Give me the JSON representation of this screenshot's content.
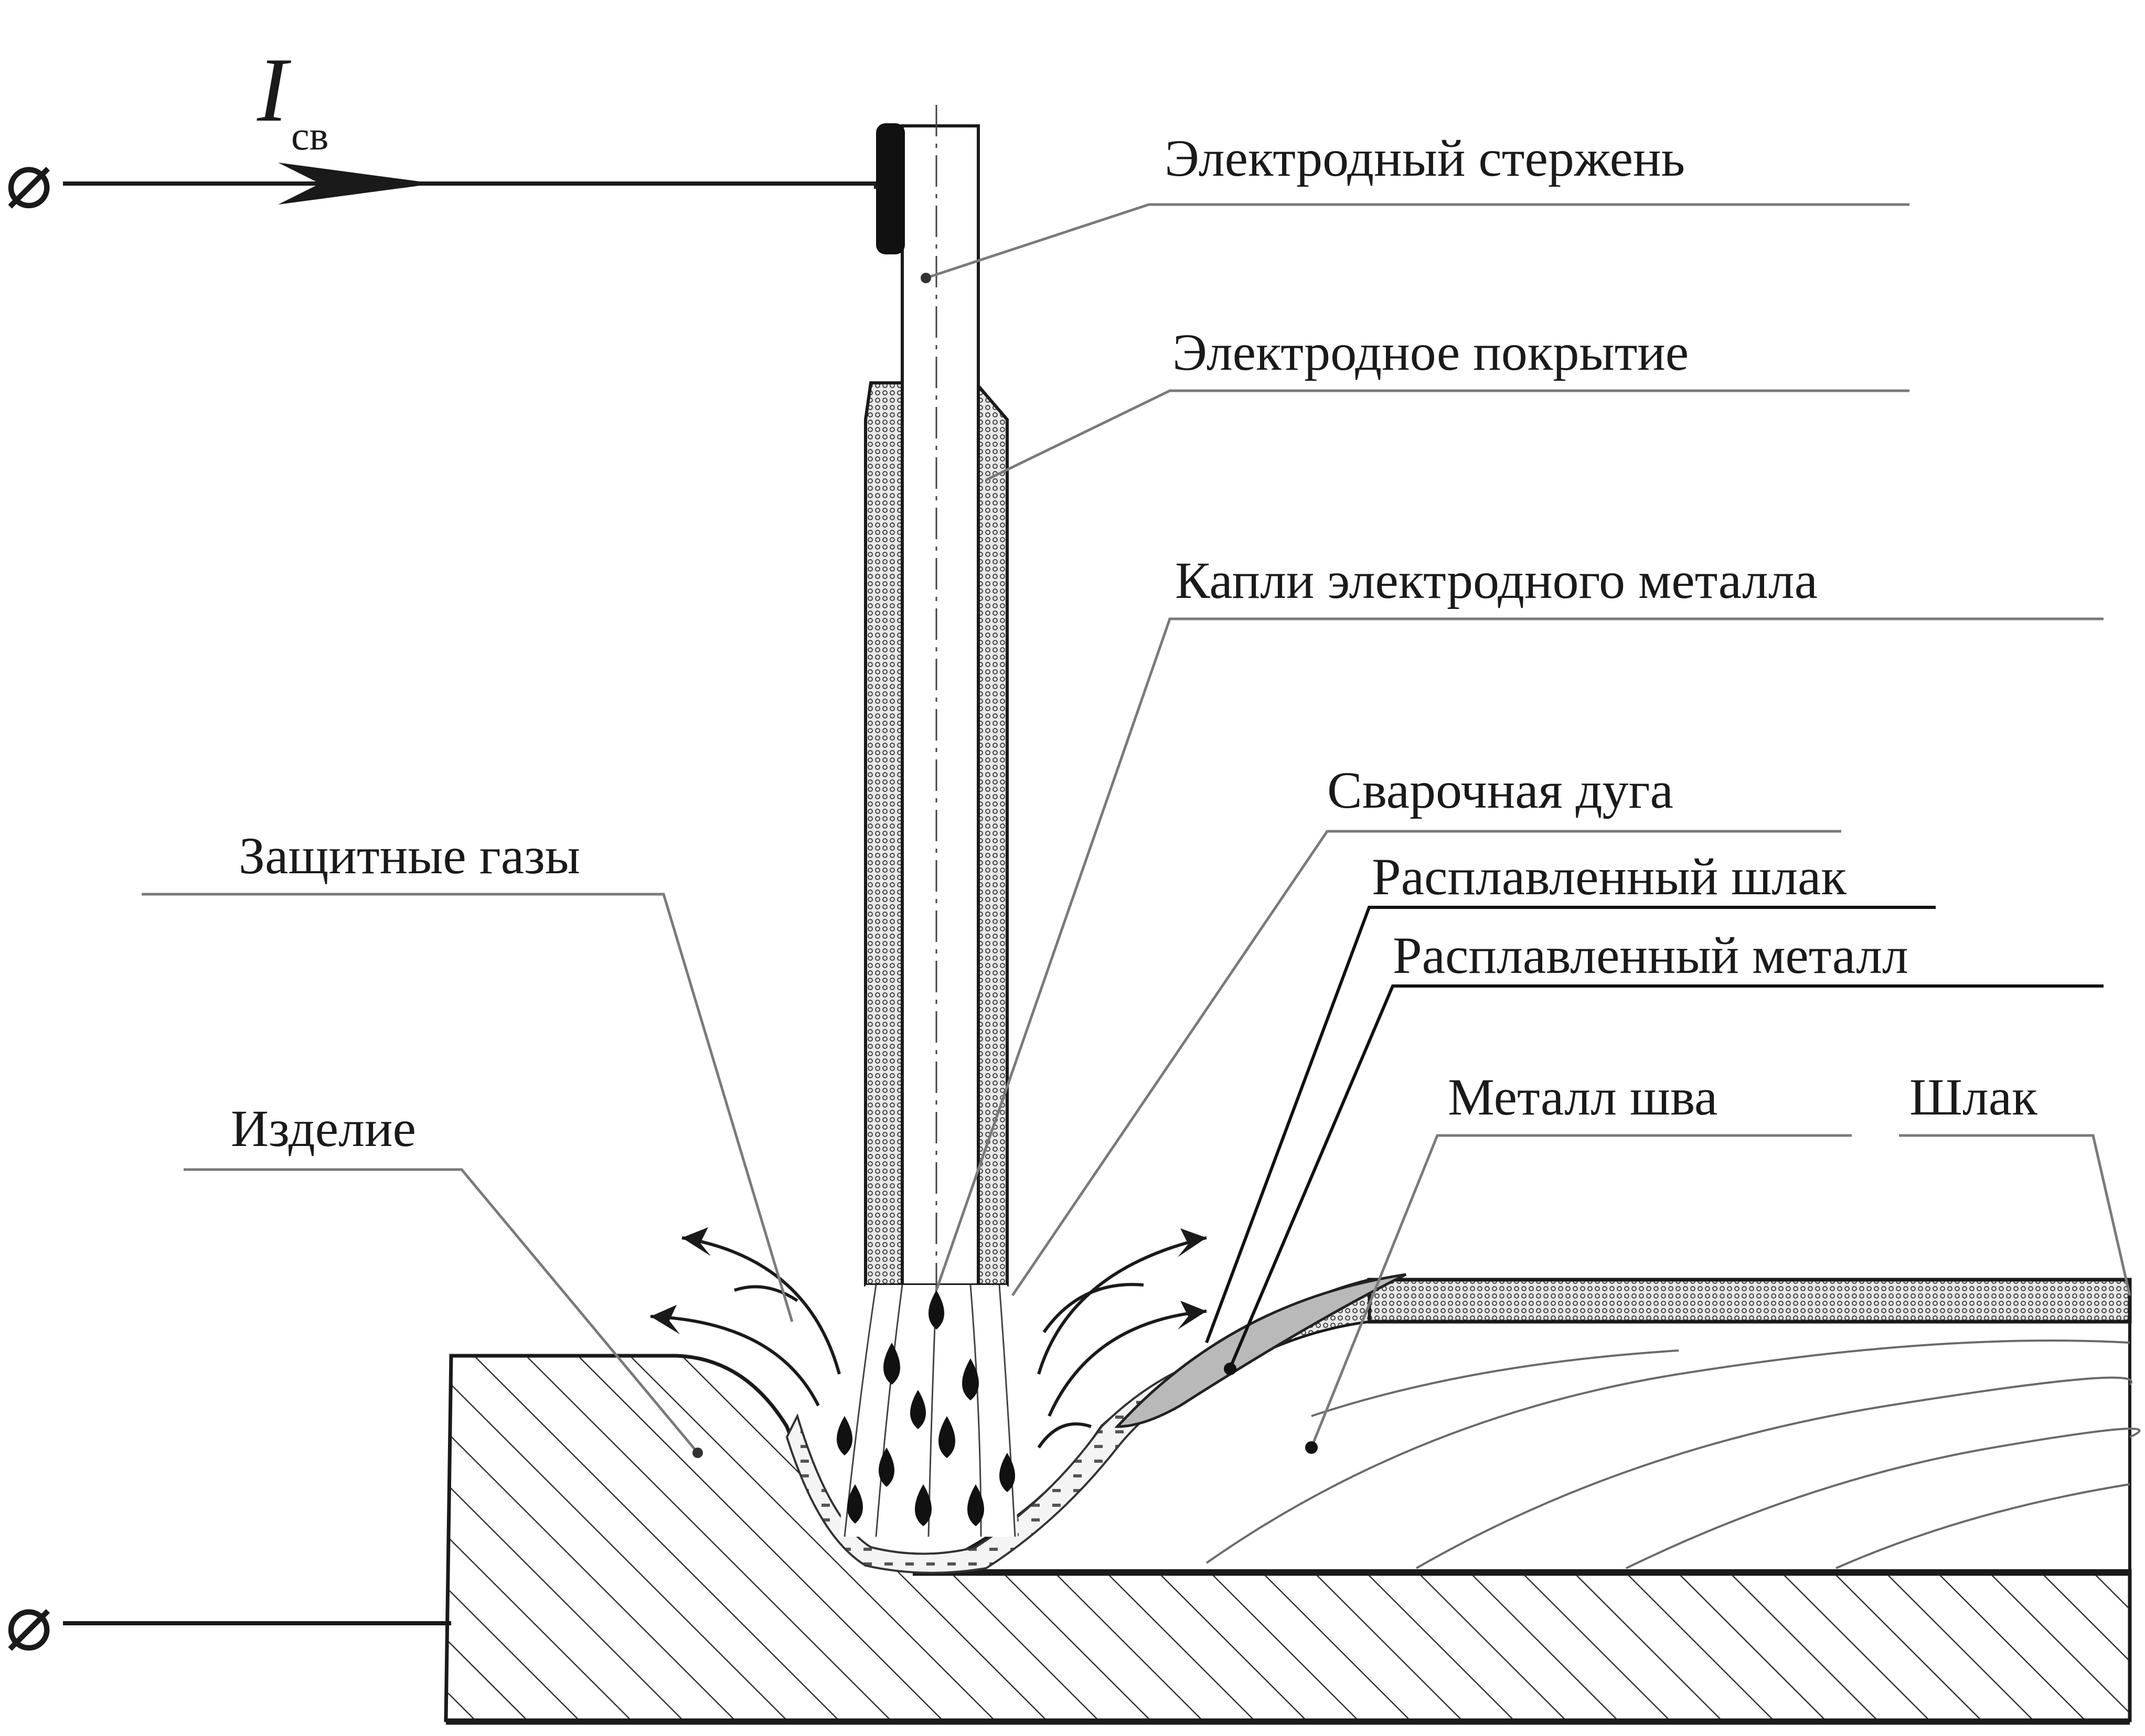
{
  "current": {
    "symbol": "I",
    "subscript": "св"
  },
  "terminals": {
    "top": "⌀",
    "bottom": "⌀"
  },
  "labels": {
    "electrode_rod": "Электродный стержень",
    "electrode_coating": "Электродное покрытие",
    "metal_droplets": "Капли электродного металла",
    "welding_arc": "Сварочная дуга",
    "molten_slag": "Расплавленный шлак",
    "molten_metal": "Расплавленный металл",
    "shielding_gases": "Защитные газы",
    "workpiece": "Изделие",
    "weld_metal": "Металл шва",
    "slag": "Шлак"
  }
}
